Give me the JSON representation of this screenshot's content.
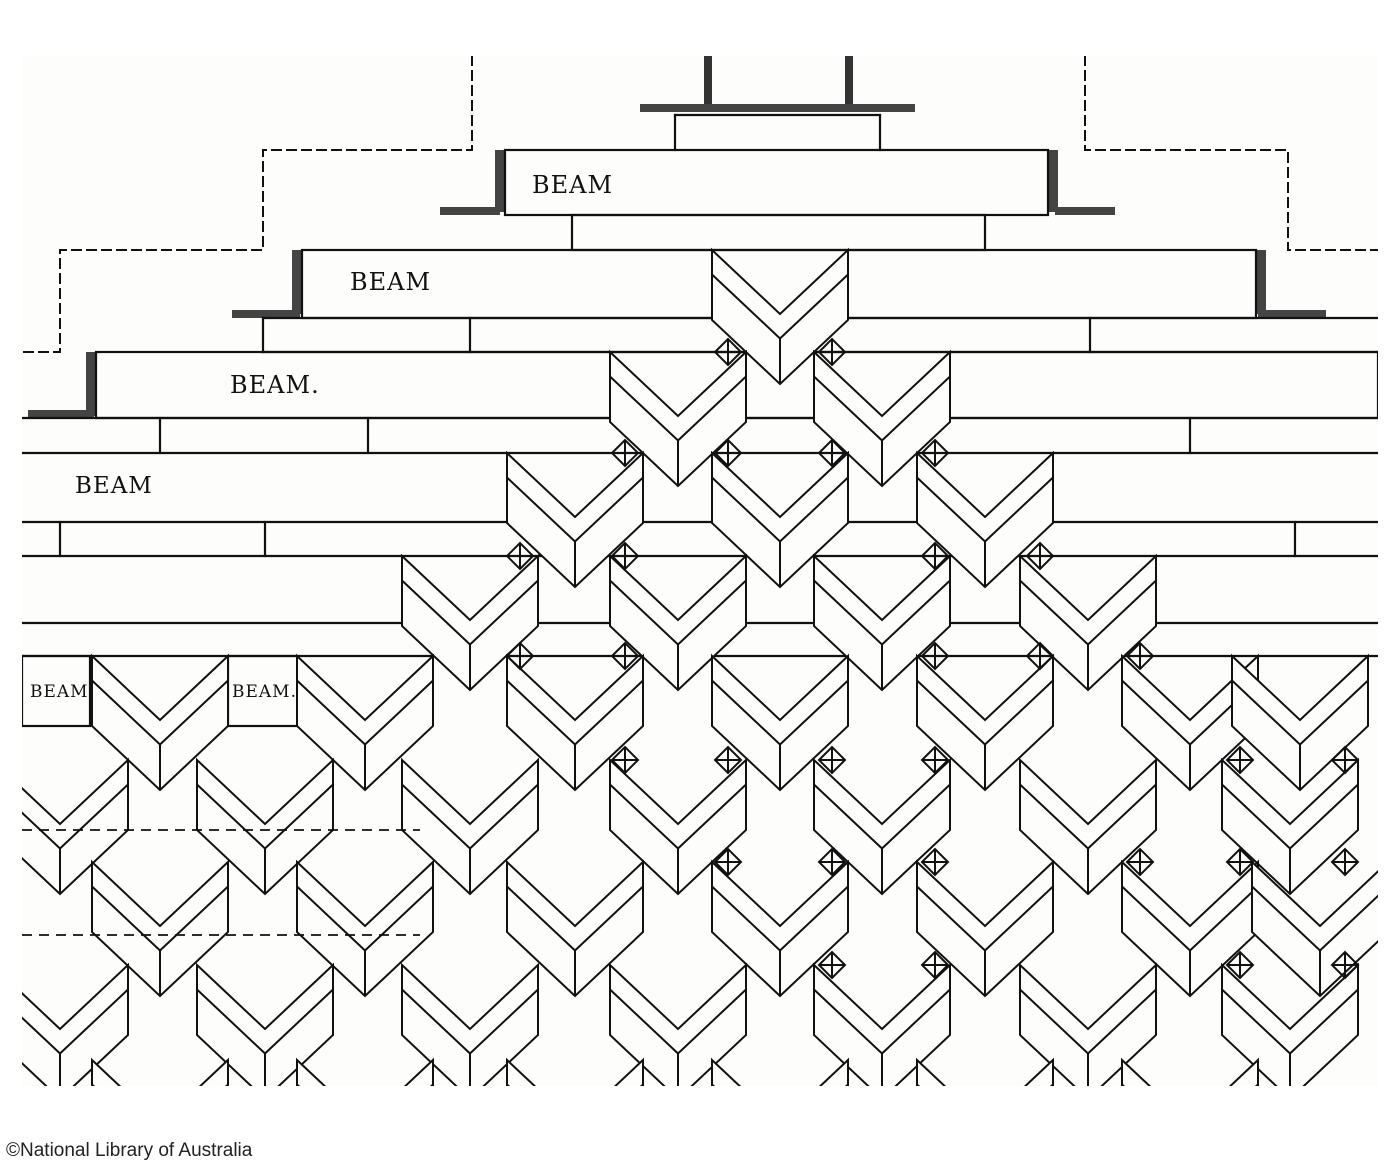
{
  "drawing": {
    "beam_labels": [
      "BEAM",
      "BEAM",
      "BEAM.",
      "BEAM",
      "BEAM",
      "BEAM."
    ]
  },
  "credit": "©National Library of Australia",
  "colors": {
    "ink": "#111111",
    "paper": "#fdfdfc"
  }
}
